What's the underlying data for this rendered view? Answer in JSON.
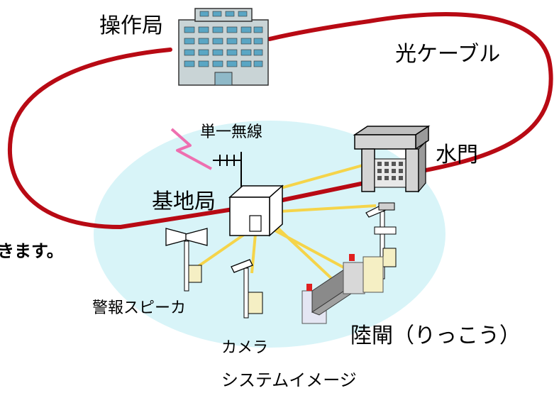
{
  "labels": {
    "operation_station": "操作局",
    "optical_cable": "光ケーブル",
    "single_radio": "単一無線",
    "water_gate": "水門",
    "base_station": "基地局",
    "partial_text": "きます。",
    "alarm_speaker": "警報スピーカ",
    "camera": "カメラ",
    "land_gate": "陸閘（りっこう）",
    "caption": "システムイメージ"
  },
  "colors": {
    "cable": "#b80a14",
    "wireless_link": "#f5d44a",
    "coverage_area": "#d8f4f8",
    "radio_signal": "#ee6fb0"
  },
  "icons": [
    "building-icon",
    "antenna-icon",
    "radio-signal-icon",
    "base-station-icon",
    "water-gate-icon",
    "speaker-icon",
    "camera-icon",
    "land-gate-icon"
  ]
}
